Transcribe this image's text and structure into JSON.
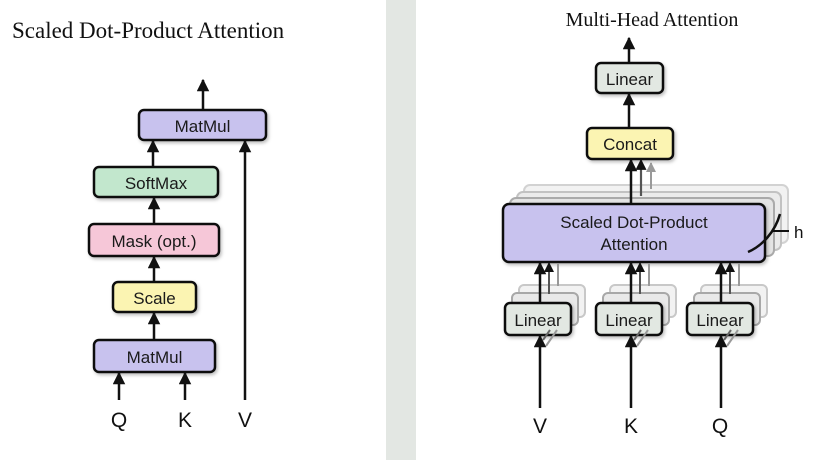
{
  "left_panel": {
    "title": "Scaled Dot-Product Attention",
    "blocks": {
      "matmul_top": "MatMul",
      "softmax": "SoftMax",
      "mask": "Mask (opt.)",
      "scale": "Scale",
      "matmul_bottom": "MatMul"
    },
    "inputs": {
      "q": "Q",
      "k": "K",
      "v": "V"
    }
  },
  "right_panel": {
    "title": "Multi-Head Attention",
    "blocks": {
      "linear_out": "Linear",
      "concat": "Concat",
      "attention_line1": "Scaled Dot-Product",
      "attention_line2": "Attention",
      "linear_v": "Linear",
      "linear_k": "Linear",
      "linear_q": "Linear"
    },
    "heads_label": "h",
    "inputs": {
      "v": "V",
      "k": "K",
      "q": "Q"
    }
  },
  "colors": {
    "matmul": "#c8c2ee",
    "softmax": "#c2e7cd",
    "mask": "#f6c7d8",
    "scale": "#fbf4b2",
    "linear": "#e2e8e2",
    "concat": "#fbf4b2",
    "attention": "#c8c2ee",
    "divider": "#e3e7e3",
    "stroke": "#111111"
  }
}
